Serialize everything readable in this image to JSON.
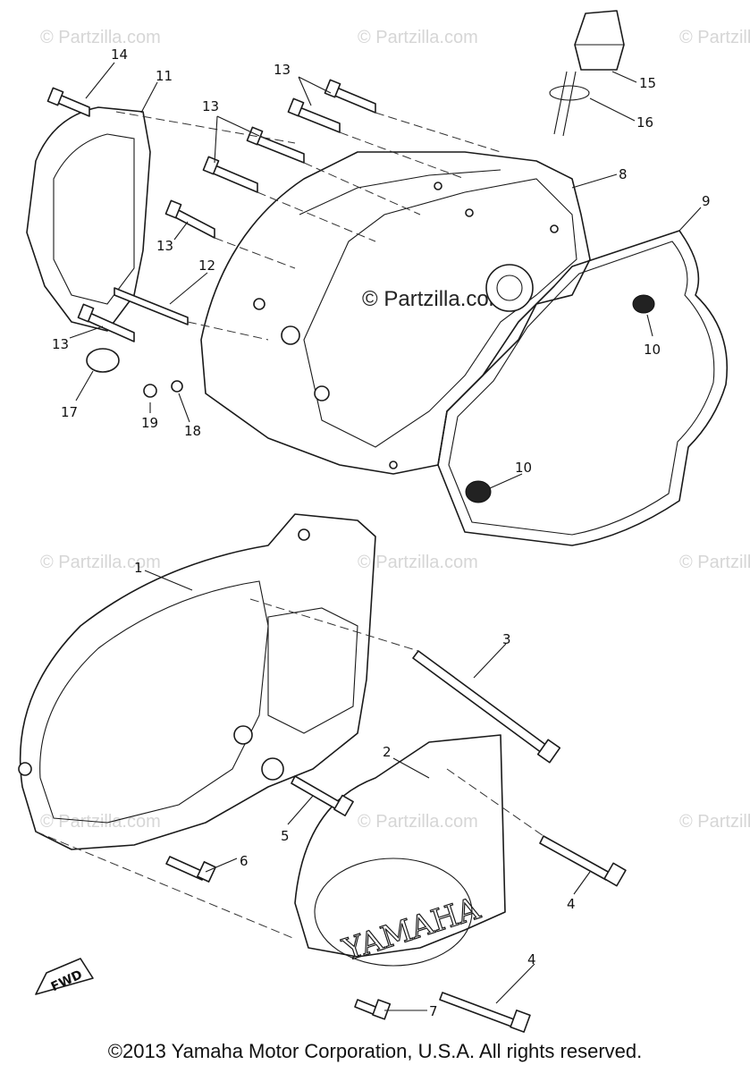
{
  "callouts": [
    "14",
    "11",
    "13",
    "13",
    "15",
    "16",
    "8",
    "9",
    "13",
    "12",
    "13",
    "17",
    "19",
    "18",
    "10",
    "10",
    "1",
    "3",
    "2",
    "5",
    "6",
    "4",
    "4",
    "7"
  ],
  "watermark": "© Partzilla.com",
  "center_watermark": "© Partzilla.com",
  "cover_logo": "YAMAHA",
  "fwd_label": "FWD",
  "copyright": "©2013  Yamaha Motor Corporation, U.S.A. All rights reserved."
}
